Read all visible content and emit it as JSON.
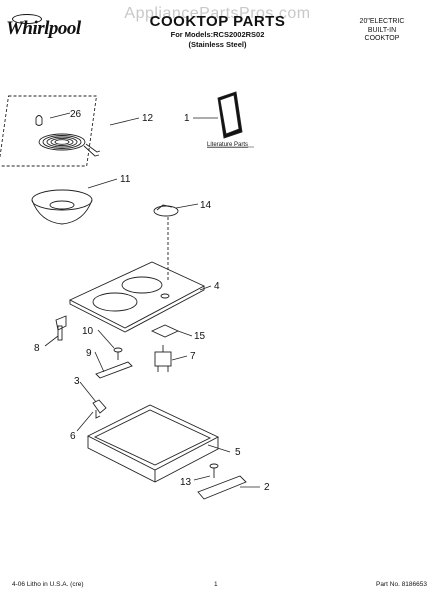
{
  "header": {
    "watermark": "AppliancePartsPros.com",
    "brand": "Whirlpool",
    "title": "COOKTOP PARTS",
    "models_line": "For Models:RCS2002RS02",
    "finish": "(Stainless Steel)",
    "product_type": [
      "20\"ELECTRIC",
      "BUILT-IN",
      "COOKTOP"
    ]
  },
  "callouts": [
    "26",
    "12",
    "1",
    "11",
    "14",
    "4",
    "10",
    "15",
    "8",
    "9",
    "7",
    "3",
    "6",
    "5",
    "13",
    "2"
  ],
  "literature_label": "Literature Parts",
  "footer": {
    "left": "4-06 Litho in U.S.A. (cre)",
    "page": "1",
    "part_number": "Part No. 8186653"
  }
}
